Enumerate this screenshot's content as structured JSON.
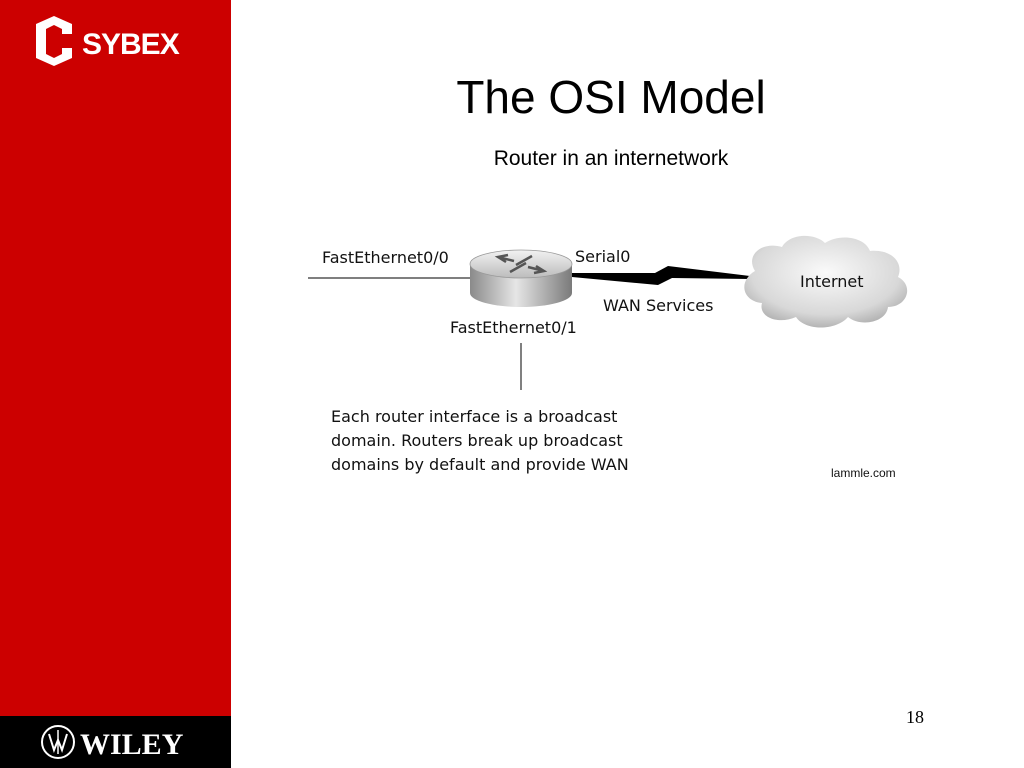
{
  "slide": {
    "title": "The OSI Model",
    "subtitle": "Router in an internetwork",
    "page_number": "18"
  },
  "branding": {
    "top_logo": "SYBEX",
    "bottom_logo": "WILEY",
    "sidebar_color": "#cc0000",
    "footer_color": "#000000"
  },
  "diagram": {
    "left_interface": "FastEthernet0/0",
    "right_interface": "Serial0",
    "bottom_interface": "FastEthernet0/1",
    "wan_label": "WAN Services",
    "cloud_label": "Internet",
    "caption_lines": [
      "Each router interface is a broadcast",
      "domain. Routers break up broadcast",
      "domains by default and provide WAN"
    ],
    "credit": "lammle.com",
    "icons": [
      "router-icon",
      "internet-cloud-icon",
      "serial-link-icon"
    ]
  }
}
